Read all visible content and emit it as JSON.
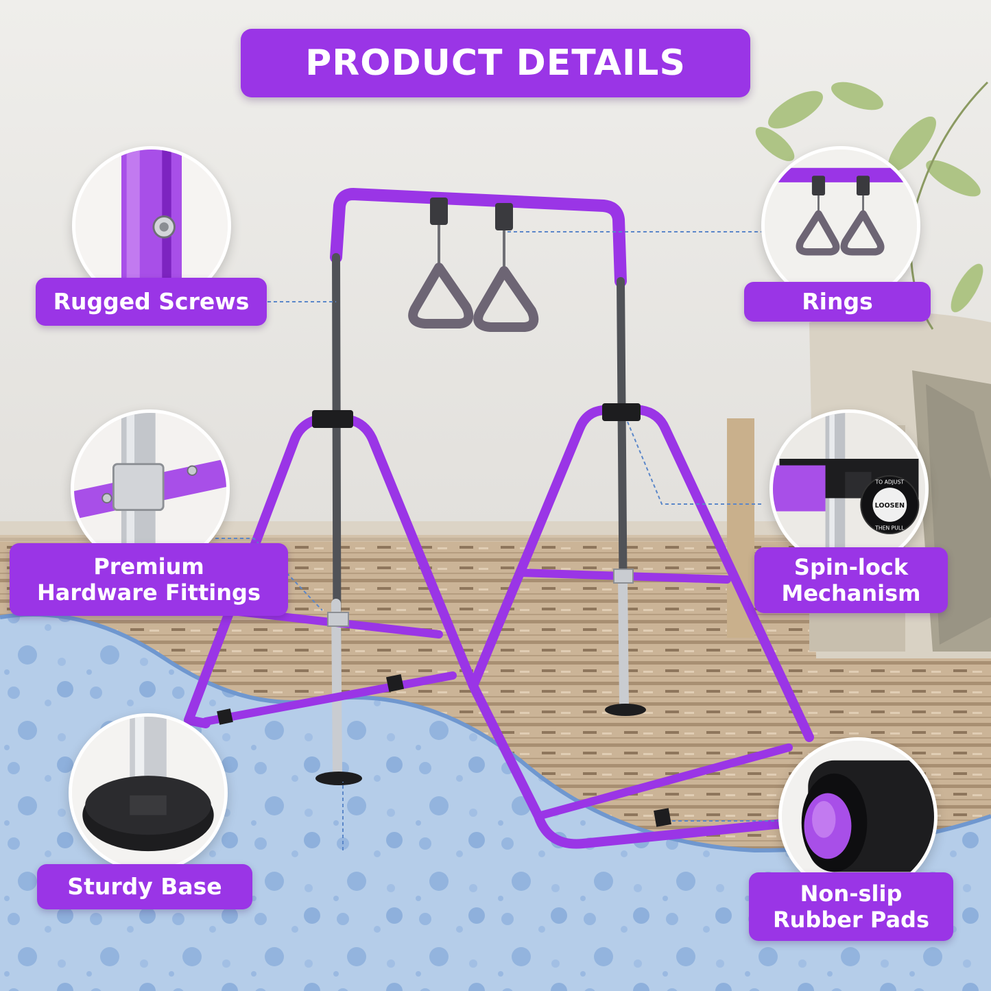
{
  "colors": {
    "accent": "#9a35e6",
    "accent_dark": "#7a1fc4",
    "wall": "#ecebe8",
    "carpet": "#cdb69a",
    "water": "#b7cfea",
    "water_dark": "#8fb2dd",
    "steel": "#b9bcc1",
    "black": "#1d1d1f"
  },
  "title": "PRODUCT DETAILS",
  "callouts": [
    {
      "id": "rugged-screws",
      "lines": [
        "Rugged Screws"
      ]
    },
    {
      "id": "rings",
      "lines": [
        "Rings"
      ]
    },
    {
      "id": "premium-hardware",
      "lines": [
        "Premium",
        "Hardware Fittings"
      ]
    },
    {
      "id": "spin-lock",
      "lines": [
        "Spin-lock",
        "Mechanism"
      ]
    },
    {
      "id": "sturdy-base",
      "lines": [
        "Sturdy Base"
      ]
    },
    {
      "id": "non-slip",
      "lines": [
        "Non-slip",
        "Rubber Pads"
      ]
    }
  ],
  "knob_text": {
    "top": "TO ADJUST",
    "center": "LOOSEN",
    "bottom": "THEN PULL"
  }
}
